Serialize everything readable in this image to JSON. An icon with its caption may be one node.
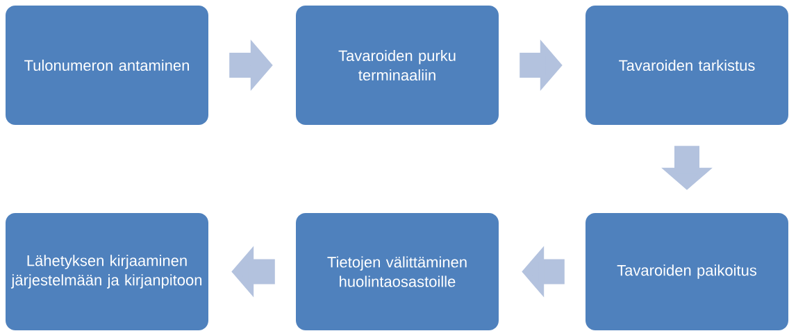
{
  "diagram": {
    "nodes": [
      {
        "text": [
          "Tulonumeron antaminen"
        ]
      },
      {
        "text": [
          "Tavaroiden purku terminaaliin"
        ]
      },
      {
        "text": [
          "Tavaroiden tarkistus"
        ]
      },
      {
        "text": [
          "Tavaroiden paikoitus"
        ]
      },
      {
        "text": [
          "Tietojen välittäminen huolintaosastoille"
        ]
      },
      {
        "text": [
          "Lähetyksen kirjaaminen järjestelmään ja kirjanpitoon"
        ]
      }
    ],
    "edges": [
      {
        "from": 0,
        "to": 1,
        "arrow": "to"
      },
      {
        "from": 1,
        "to": 2,
        "arrow": "to"
      },
      {
        "from": 2,
        "to": 3,
        "arrow": "to"
      },
      {
        "from": 3,
        "to": 4,
        "arrow": "to"
      },
      {
        "from": 4,
        "to": 5,
        "arrow": "to"
      }
    ]
  }
}
